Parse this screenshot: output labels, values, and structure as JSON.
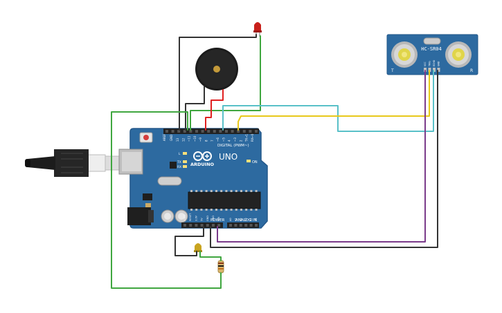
{
  "board": {
    "name": "ARDUINO",
    "model": "UNO",
    "digital_label": "DIGITAL (PWM~)",
    "power_label": "POWER",
    "analog_label": "ANALOG IN",
    "aref": "AREF",
    "gnd": "GND",
    "on_label": "ON",
    "tx": "TX",
    "rx": "RX",
    "l": "L",
    "digital_pins": [
      "13",
      "12",
      "~11",
      "~10",
      "~9",
      "8",
      "7",
      "~6",
      "~5",
      "4",
      "~3",
      "2",
      "TX→1",
      "RX←0"
    ],
    "power_pins": [
      "IOREF",
      "RESET",
      "3.3V",
      "5V",
      "GND",
      "GND",
      "VIN"
    ],
    "analog_pins": [
      "A0",
      "A1",
      "A2",
      "A3",
      "A4",
      "A5"
    ]
  },
  "sensor": {
    "name": "HC-SR04",
    "pins": [
      "VCC",
      "TRIG",
      "ECHO",
      "GND"
    ],
    "corner_left": "T",
    "corner_right": "R"
  },
  "colors": {
    "board": "#2d6aa0",
    "wire_green": "#3fa63f",
    "wire_red": "#e02020",
    "wire_black": "#333333",
    "wire_cyan": "#59c0c8",
    "wire_yellow": "#e8c81a",
    "wire_purple": "#7a3a8a",
    "led_red": "#c8201a",
    "led_yellow": "#c9a420"
  }
}
